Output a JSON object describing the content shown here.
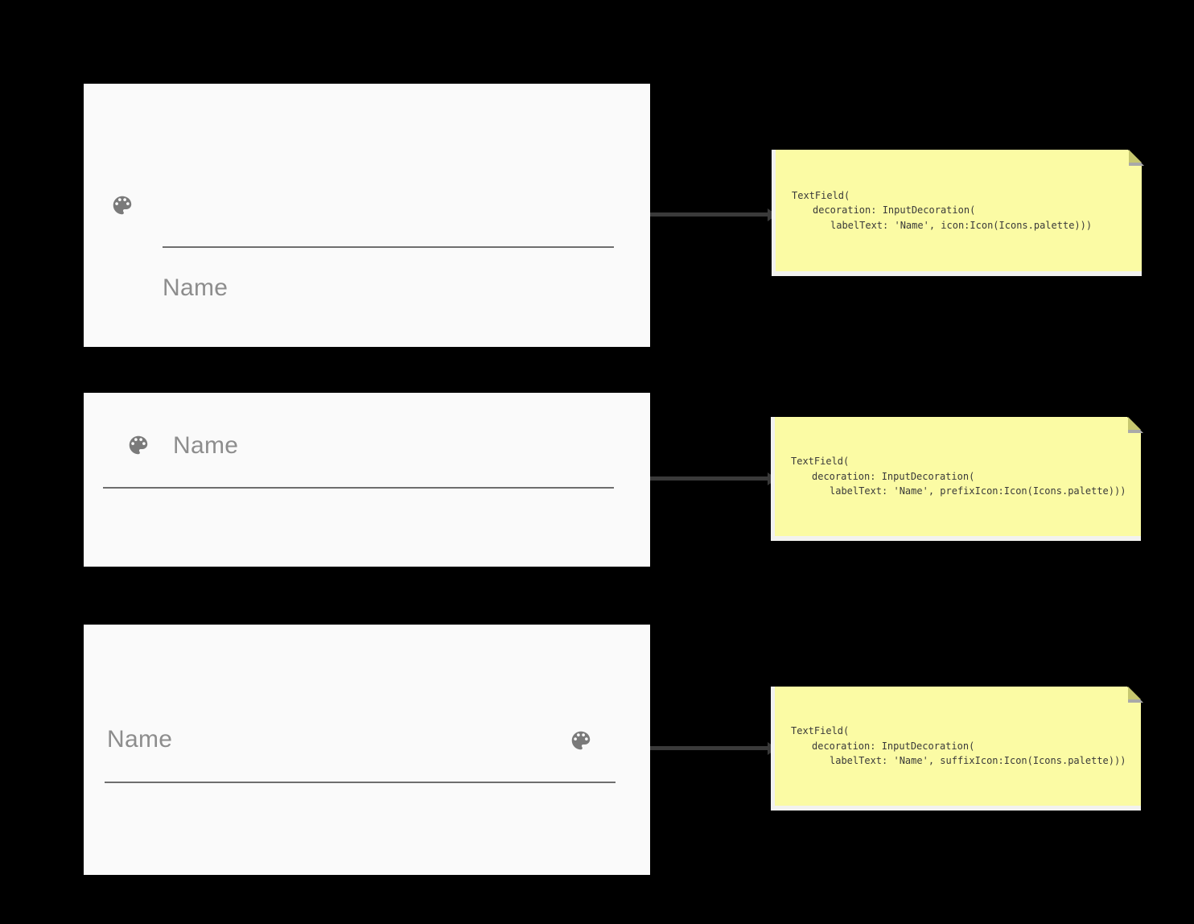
{
  "figure": {
    "textfields": [
      {
        "label": "Name",
        "icon": "palette-icon"
      },
      {
        "label": "Name",
        "icon": "palette-icon"
      },
      {
        "label": "Name",
        "icon": "palette-icon"
      }
    ],
    "notes": [
      {
        "lines": [
          "TextField(",
          "decoration: InputDecoration(",
          "labelText: 'Name', icon:Icon(Icons.palette)))"
        ]
      },
      {
        "lines": [
          "TextField(",
          "decoration: InputDecoration(",
          "labelText: 'Name', prefixIcon:Icon(Icons.palette)))"
        ]
      },
      {
        "lines": [
          "TextField(",
          "decoration: InputDecoration(",
          "labelText: 'Name', suffixIcon:Icon(Icons.palette)))"
        ]
      }
    ],
    "colors": {
      "background": "#000000",
      "card_bg": "#fafafa",
      "icon_gray": "#7a7a7a",
      "label_gray": "#8d8d8d",
      "underline_gray": "#6e6e6e",
      "arrow": "#3a3a3a",
      "note_bg": "#fbfba4",
      "note_edge": "#f2f2ef",
      "note_fold": "#c6c76f",
      "code_text": "#3a3a3a"
    }
  }
}
